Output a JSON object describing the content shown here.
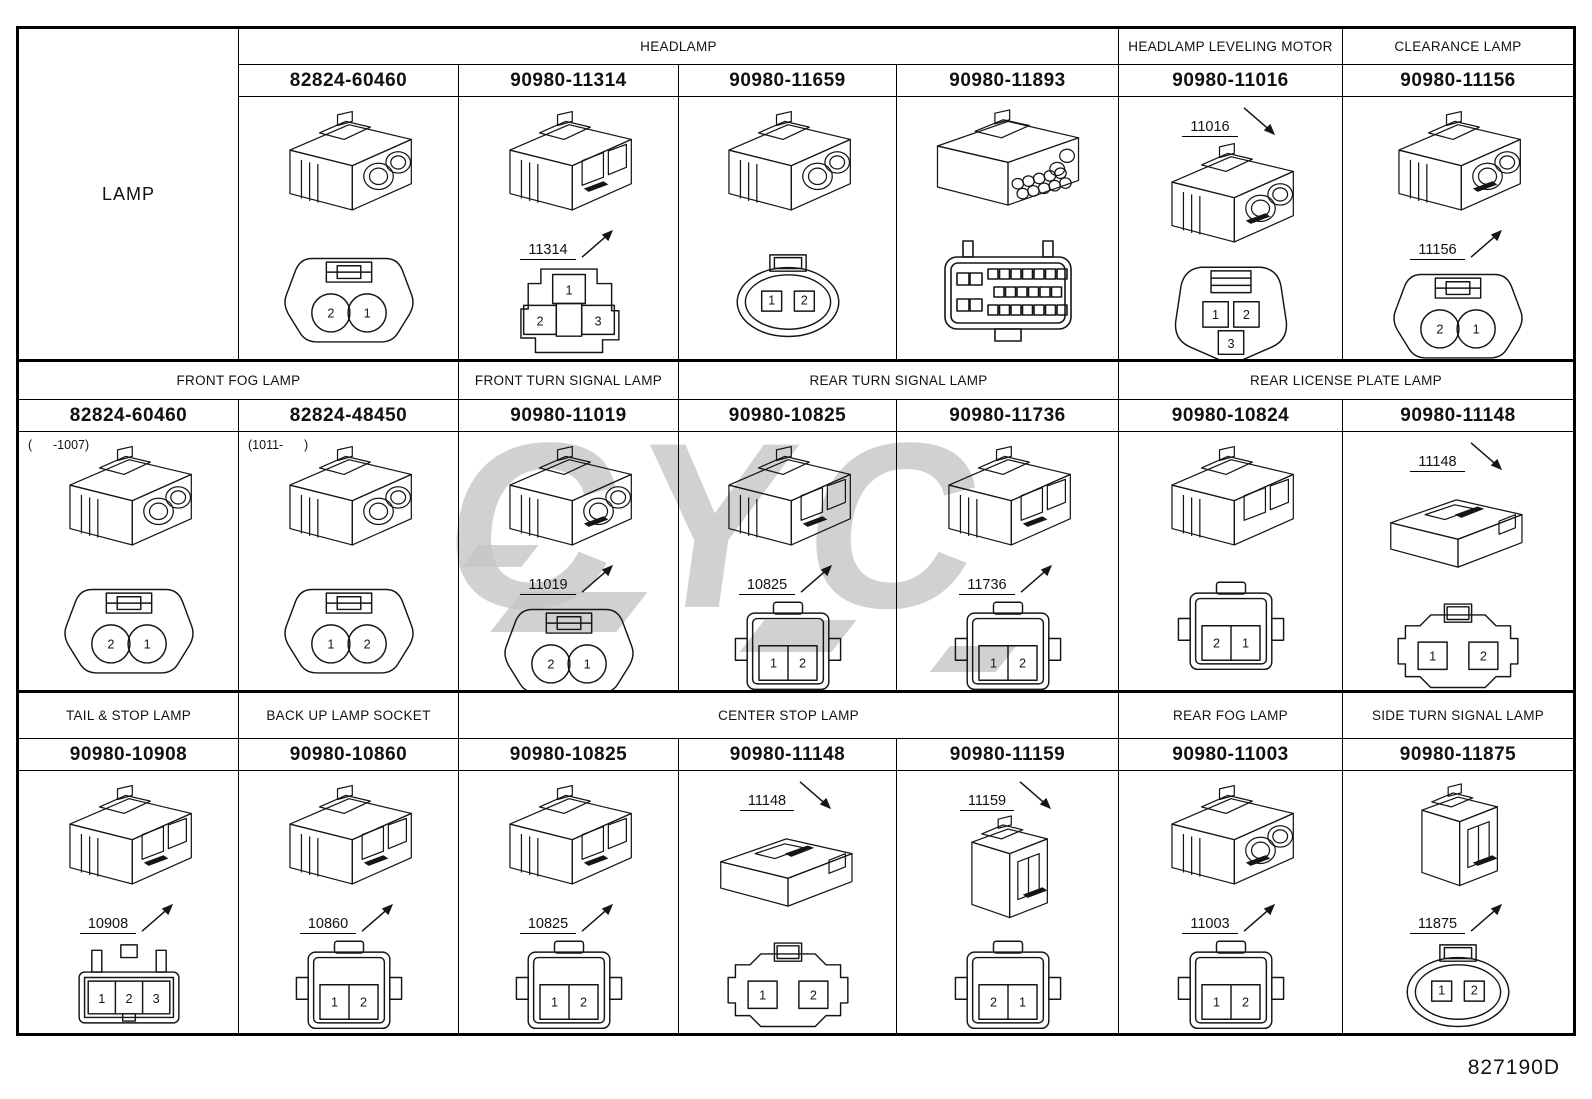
{
  "doc_number": "827190D",
  "watermark_color": "#c6c6c6",
  "line_color": "#151515",
  "sections": [
    {
      "row_label": "LAMP",
      "groups": [
        {
          "label": "HEADLAMP",
          "span": 4
        },
        {
          "label": "HEADLAMP LEVELING MOTOR",
          "span": 1
        },
        {
          "label": "CLEARANCE LAMP",
          "span": 1
        }
      ],
      "cells": [
        {
          "part": "82824-60460",
          "note": "",
          "callout": "",
          "callout_pos": "",
          "iso": "round",
          "face": "circles2",
          "pins": [
            "2",
            "1"
          ]
        },
        {
          "part": "90980-11314",
          "note": "",
          "callout": "11314",
          "callout_pos": "below",
          "iso": "box",
          "face": "t3",
          "pins": [
            "1",
            "2",
            "3"
          ]
        },
        {
          "part": "90980-11659",
          "note": "",
          "callout": "",
          "callout_pos": "",
          "iso": "round",
          "face": "oval2",
          "pins": [
            "1",
            "2"
          ]
        },
        {
          "part": "90980-11893",
          "note": "",
          "callout": "",
          "callout_pos": "",
          "iso": "multi",
          "face": "grid24",
          "pins": [],
          "pin_count": 24
        },
        {
          "part": "90980-11016",
          "note": "",
          "callout": "11016",
          "callout_pos": "above",
          "iso": "round",
          "face": "tri3",
          "pins": [
            "1",
            "2",
            "3"
          ]
        },
        {
          "part": "90980-11156",
          "note": "",
          "callout": "11156",
          "callout_pos": "below",
          "iso": "round",
          "face": "circles2",
          "pins": [
            "2",
            "1"
          ]
        }
      ]
    },
    {
      "row_label": "",
      "groups": [
        {
          "label": "FRONT FOG LAMP",
          "span": 2
        },
        {
          "label": "FRONT TURN SIGNAL LAMP",
          "span": 1
        },
        {
          "label": "REAR TURN SIGNAL LAMP",
          "span": 2
        },
        {
          "label": "REAR LICENSE PLATE LAMP",
          "span": 2
        }
      ],
      "cells": [
        {
          "part": "82824-60460",
          "note": "(      -1007)",
          "callout": "",
          "callout_pos": "",
          "iso": "round",
          "face": "circles2",
          "pins": [
            "2",
            "1"
          ]
        },
        {
          "part": "82824-48450",
          "note": "(1011-      )",
          "callout": "",
          "callout_pos": "",
          "iso": "round",
          "face": "circles2",
          "pins": [
            "1",
            "2"
          ]
        },
        {
          "part": "90980-11019",
          "note": "",
          "callout": "11019",
          "callout_pos": "below",
          "iso": "round",
          "face": "circles2",
          "pins": [
            "2",
            "1"
          ]
        },
        {
          "part": "90980-10825",
          "note": "",
          "callout": "10825",
          "callout_pos": "below",
          "iso": "box",
          "face": "boxes2",
          "pins": [
            "1",
            "2"
          ]
        },
        {
          "part": "90980-11736",
          "note": "",
          "callout": "11736",
          "callout_pos": "below",
          "iso": "box",
          "face": "boxes2",
          "pins": [
            "1",
            "2"
          ]
        },
        {
          "part": "90980-10824",
          "note": "",
          "callout": "",
          "callout_pos": "",
          "iso": "box",
          "face": "boxes2",
          "pins": [
            "2",
            "1"
          ]
        },
        {
          "part": "90980-11148",
          "note": "",
          "callout": "11148",
          "callout_pos": "above",
          "iso": "flat",
          "face": "boxes2sep",
          "pins": [
            "1",
            "2"
          ]
        }
      ]
    },
    {
      "row_label": "",
      "groups": [
        {
          "label": "TAIL & STOP LAMP",
          "span": 1
        },
        {
          "label": "BACK UP LAMP SOCKET",
          "span": 1
        },
        {
          "label": "CENTER STOP LAMP",
          "span": 3
        },
        {
          "label": "REAR FOG LAMP",
          "span": 1
        },
        {
          "label": "SIDE TURN SIGNAL LAMP",
          "span": 1
        }
      ],
      "cells": [
        {
          "part": "90980-10908",
          "note": "",
          "callout": "10908",
          "callout_pos": "below",
          "iso": "box",
          "face": "row3",
          "pins": [
            "1",
            "2",
            "3"
          ]
        },
        {
          "part": "90980-10860",
          "note": "",
          "callout": "10860",
          "callout_pos": "below",
          "iso": "box",
          "face": "boxes2",
          "pins": [
            "1",
            "2"
          ]
        },
        {
          "part": "90980-10825",
          "note": "",
          "callout": "10825",
          "callout_pos": "below",
          "iso": "box",
          "face": "boxes2",
          "pins": [
            "1",
            "2"
          ]
        },
        {
          "part": "90980-11148",
          "note": "",
          "callout": "11148",
          "callout_pos": "above",
          "iso": "flat",
          "face": "boxes2sep",
          "pins": [
            "1",
            "2"
          ]
        },
        {
          "part": "90980-11159",
          "note": "",
          "callout": "11159",
          "callout_pos": "above",
          "iso": "tall",
          "face": "boxes2",
          "pins": [
            "2",
            "1"
          ]
        },
        {
          "part": "90980-11003",
          "note": "",
          "callout": "11003",
          "callout_pos": "below",
          "iso": "round",
          "face": "boxes2",
          "pins": [
            "1",
            "2"
          ]
        },
        {
          "part": "90980-11875",
          "note": "",
          "callout": "11875",
          "callout_pos": "below",
          "iso": "tall",
          "face": "oval2",
          "pins": [
            "1",
            "2"
          ]
        }
      ]
    }
  ]
}
